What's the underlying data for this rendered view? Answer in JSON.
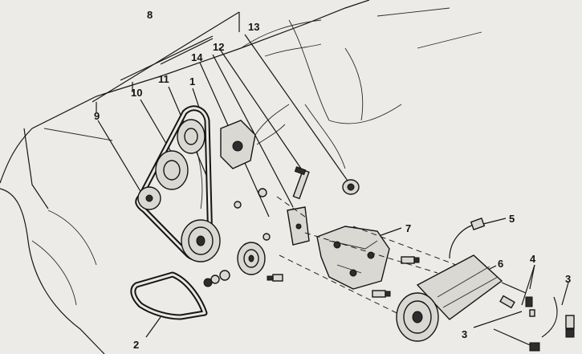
{
  "diagram": {
    "callouts": [
      {
        "id": "c1",
        "text": "1"
      },
      {
        "id": "c2",
        "text": "2"
      },
      {
        "id": "c3a",
        "text": "3"
      },
      {
        "id": "c3b",
        "text": "3"
      },
      {
        "id": "c4",
        "text": "4"
      },
      {
        "id": "c5",
        "text": "5"
      },
      {
        "id": "c6",
        "text": "6"
      },
      {
        "id": "c7",
        "text": "7"
      },
      {
        "id": "c8",
        "text": "8"
      },
      {
        "id": "c9",
        "text": "9"
      },
      {
        "id": "c10",
        "text": "10"
      },
      {
        "id": "c11",
        "text": "11"
      },
      {
        "id": "c12",
        "text": "12"
      },
      {
        "id": "c13",
        "text": "13"
      },
      {
        "id": "c14",
        "text": "14"
      }
    ]
  },
  "colors": {
    "ink": "#161616",
    "paper": "#ecebe7"
  }
}
